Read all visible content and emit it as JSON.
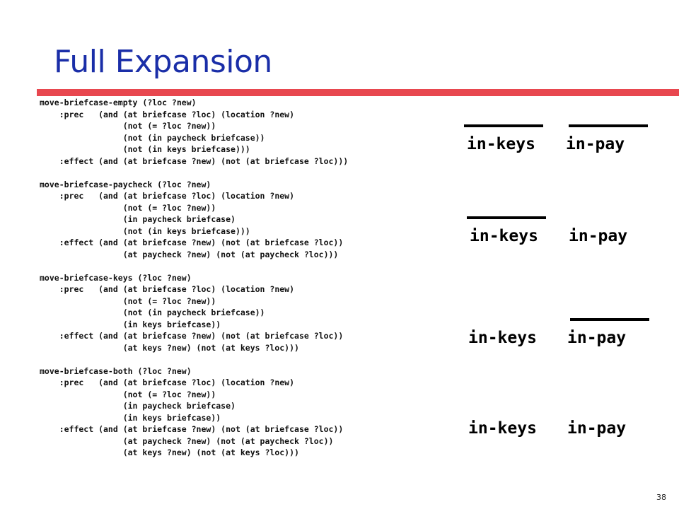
{
  "slide": {
    "title": "Full Expansion",
    "page_number": "38"
  },
  "code": {
    "blocks": [
      {
        "lines": [
          "move-briefcase-empty (?loc ?new)",
          "    :prec   (and (at briefcase ?loc) (location ?new)",
          "                 (not (= ?loc ?new))",
          "                 (not (in paycheck briefcase))",
          "                 (not (in keys briefcase)))",
          "    :effect (and (at briefcase ?new) (not (at briefcase ?loc)))"
        ]
      },
      {
        "lines": [
          "move-briefcase-paycheck (?loc ?new)",
          "    :prec   (and (at briefcase ?loc) (location ?new)",
          "                 (not (= ?loc ?new))",
          "                 (in paycheck briefcase)",
          "                 (not (in keys briefcase)))",
          "    :effect (and (at briefcase ?new) (not (at briefcase ?loc))",
          "                 (at paycheck ?new) (not (at paycheck ?loc)))"
        ]
      },
      {
        "lines": [
          "move-briefcase-keys (?loc ?new)",
          "    :prec   (and (at briefcase ?loc) (location ?new)",
          "                 (not (= ?loc ?new))",
          "                 (not (in paycheck briefcase))",
          "                 (in keys briefcase))",
          "    :effect (and (at briefcase ?new) (not (at briefcase ?loc))",
          "                 (at keys ?new) (not (at keys ?loc)))"
        ]
      },
      {
        "lines": [
          "move-briefcase-both (?loc ?new)",
          "    :prec   (and (at briefcase ?loc) (location ?new)",
          "                 (not (= ?loc ?new))",
          "                 (in paycheck briefcase)",
          "                 (in keys briefcase))",
          "    :effect (and (at briefcase ?new) (not (at briefcase ?loc))",
          "                 (at paycheck ?new) (not (at paycheck ?loc))",
          "                 (at keys ?new) (not (at keys ?loc)))"
        ]
      }
    ]
  },
  "labels": [
    {
      "keys": "in-keys",
      "pay": "in-pay",
      "keys_negated": true,
      "pay_negated": true
    },
    {
      "keys": "in-keys",
      "pay": "in-pay",
      "keys_negated": true,
      "pay_negated": false
    },
    {
      "keys": "in-keys",
      "pay": "in-pay",
      "keys_negated": false,
      "pay_negated": true
    },
    {
      "keys": "in-keys",
      "pay": "in-pay",
      "keys_negated": false,
      "pay_negated": false
    }
  ]
}
